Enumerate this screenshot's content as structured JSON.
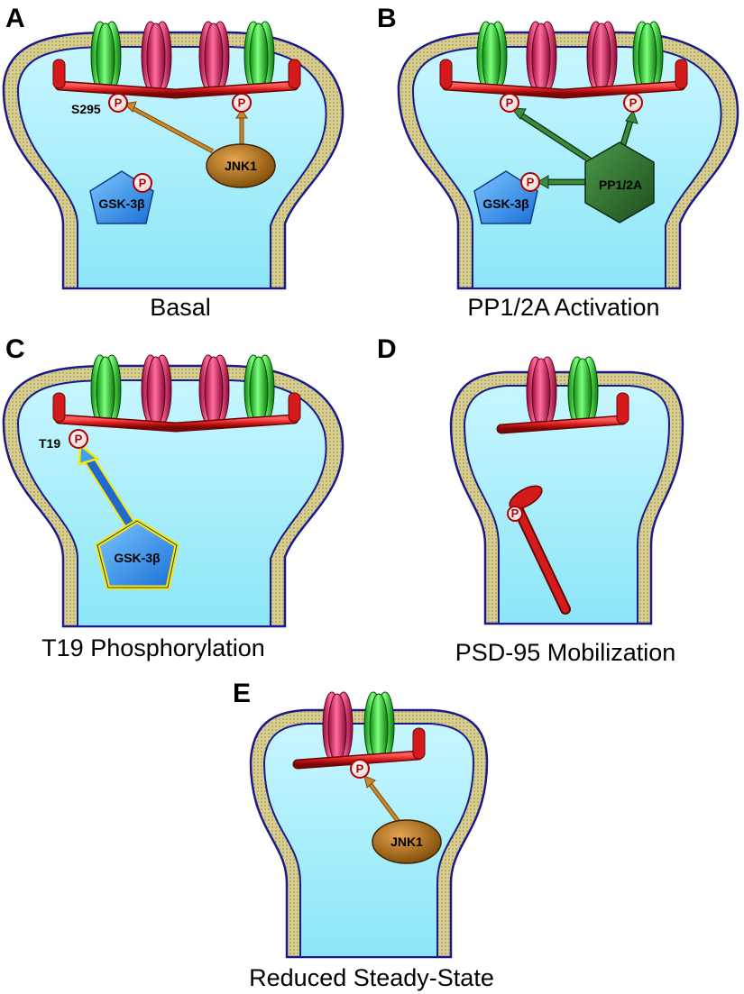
{
  "panels": {
    "A": {
      "letter": "A",
      "caption": "Basal",
      "site_label": "S295",
      "jnk1_label": "JNK1",
      "gsk_label": "GSK-3β",
      "p_symbol": "P"
    },
    "B": {
      "letter": "B",
      "caption": "PP1/2A Activation",
      "pp_label": "PP1/2A",
      "gsk_label": "GSK-3β",
      "p_symbol": "P"
    },
    "C": {
      "letter": "C",
      "caption": "T19 Phosphorylation",
      "site_label": "T19",
      "gsk_label": "GSK-3β",
      "p_symbol": "P"
    },
    "D": {
      "letter": "D",
      "caption": "PSD-95 Mobilization",
      "p_symbol": "P"
    },
    "E": {
      "letter": "E",
      "caption": "Reduced Steady-State",
      "jnk1_label": "JNK1",
      "p_symbol": "P"
    }
  },
  "colors": {
    "cytoplasm": "#a8f0fb",
    "membrane_fill": "#d8cf8c",
    "membrane_edge": "#1a1a8c",
    "psd95": "#d41a1a",
    "receptor_green": "#22dd22",
    "receptor_pink": "#e8155a",
    "jnk1": "#a8660e",
    "gsk3b": "#2a8ff0",
    "pp1_2a": "#2d6a2d",
    "gsk_highlight": "#ffe600"
  }
}
